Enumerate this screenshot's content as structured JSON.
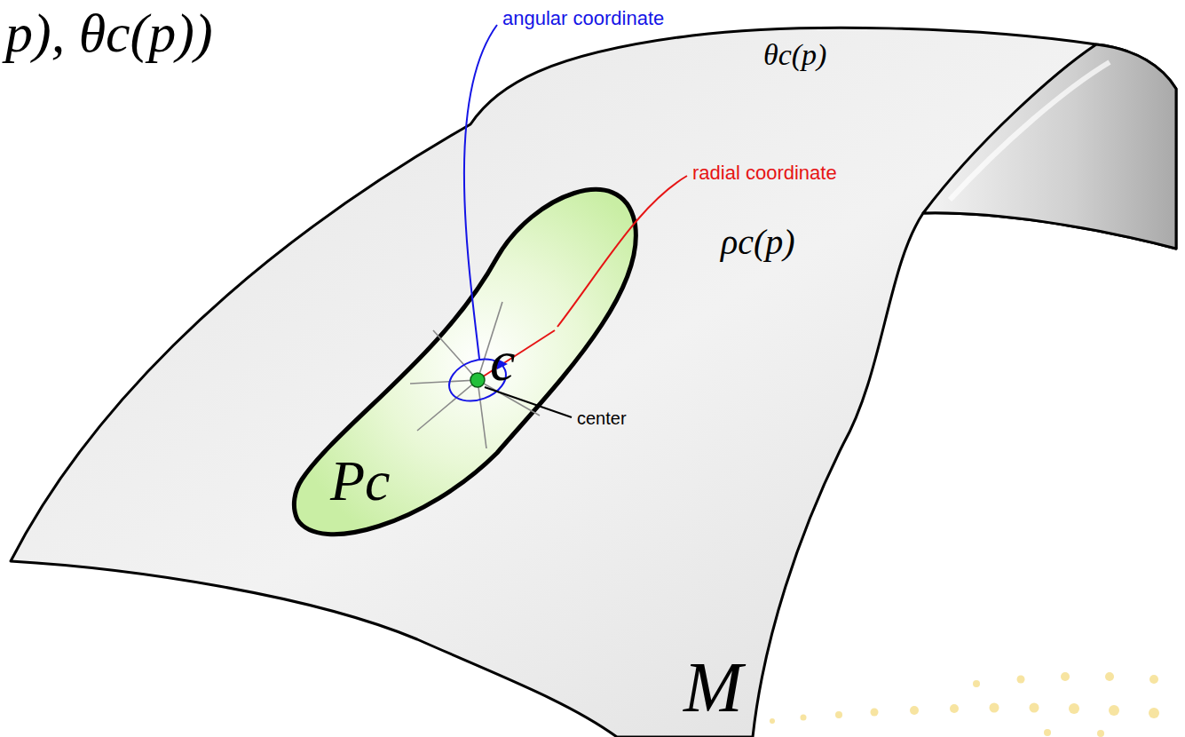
{
  "diagram": {
    "nodes": [
      {
        "text": [
          "θc(p)",
          "ρc(p)",
          "M"
        ]
      },
      {
        "text": [
          "Pc"
        ],
        "in": 0
      },
      {
        "text": [
          "c"
        ],
        "in": 1
      }
    ],
    "labels": [
      "p), θc(p))",
      "angular coordinate",
      "radial coordinate",
      "center"
    ]
  }
}
